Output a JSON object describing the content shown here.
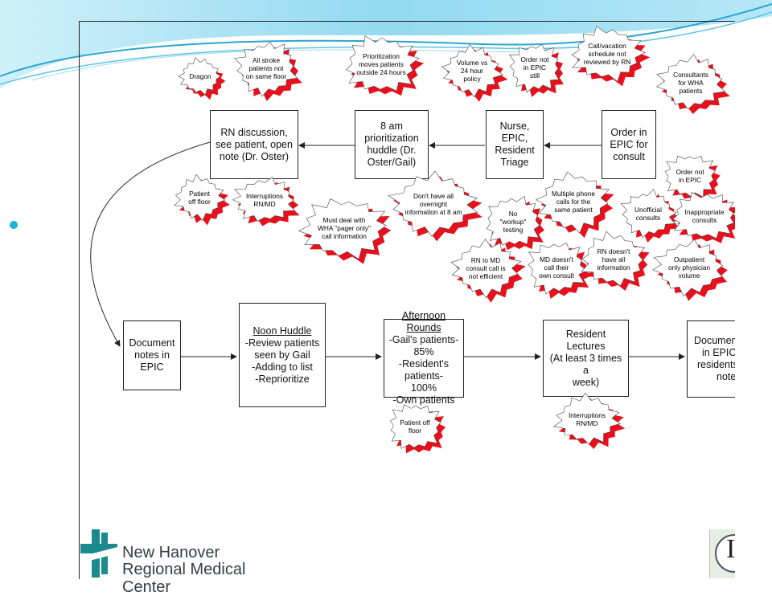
{
  "process_boxes": {
    "order_in_epic": [
      "Order in",
      "EPIC for",
      "consult"
    ],
    "nurse_triage": [
      "Nurse,",
      "EPIC,",
      "Resident",
      "Triage"
    ],
    "huddle_8am": [
      "8 am",
      "prioritization",
      "huddle (Dr.",
      "Oster/Gail)"
    ],
    "rn_discussion": [
      "RN discussion,",
      "see patient, open",
      "note (Dr. Oster)"
    ],
    "document_notes": [
      "Document",
      "notes in",
      "EPIC"
    ],
    "noon_huddle": {
      "title": "Noon Huddle",
      "lines": [
        "-Review patients",
        "seen by Gail",
        "-Adding to list",
        "-Reprioritize"
      ]
    },
    "afternoon_rounds": {
      "title": "Afternoon Rounds",
      "lines": [
        "-Gail's patients- 85%",
        "-Resident's patients-",
        "100%",
        "-Own patients"
      ]
    },
    "resident_lectures": [
      "Resident Lectures",
      "(At least 3 times a",
      "week)"
    ],
    "document_final": [
      "Documen",
      "in EPIC",
      "residents",
      "note"
    ]
  },
  "issues": {
    "dragon": [
      "Dragon"
    ],
    "stroke": [
      "All stroke",
      "patients not",
      "on same floor"
    ],
    "prioritization": [
      "Prioritization",
      "moves patients",
      "outside 24 hours"
    ],
    "volume": [
      "Volume vs",
      "24 hour",
      "policy"
    ],
    "order_not_epic_still": [
      "Order not",
      "in EPIC",
      "still"
    ],
    "call_vacation": [
      "Call/vacation",
      "schedule not",
      "reviewed by RN"
    ],
    "consultants_wha": [
      "Consultants",
      "for WHA",
      "patients"
    ],
    "order_not_epic": [
      "Order not",
      "in EPIC"
    ],
    "patient_off_floor": [
      "Patient",
      "off floor"
    ],
    "interruptions_1": [
      "Interruptions",
      "RN/MD"
    ],
    "wha_pager": [
      "Must deal with",
      "WHA \"pager only\"",
      "call information"
    ],
    "overnight_info": [
      "Don't have all",
      "overnight",
      "information at 8 am"
    ],
    "no_workup": [
      "No",
      "\"workup\"",
      "testing"
    ],
    "multiple_calls": [
      "Multiple phone",
      "calls for the",
      "same patient"
    ],
    "unofficial": [
      "Unofficial",
      "consults"
    ],
    "inappropriate": [
      "Inappropriate",
      "consults"
    ],
    "rn_md_call": [
      "RN to MD",
      "consult call is",
      "not efficient"
    ],
    "md_no_call": [
      "MD doesn't",
      "call their",
      "own consult"
    ],
    "rn_not_all_info": [
      "RN doesn't",
      "have all",
      "information"
    ],
    "outpatient": [
      "Outpatient",
      "only physician",
      "volume"
    ],
    "patient_off_floor_2": [
      "Patient off",
      "floor"
    ],
    "interruptions_2": [
      "Interruptions",
      "RN/MD"
    ]
  },
  "logo": {
    "line1": "New Hanover",
    "line2": "Regional Medical Center"
  },
  "badge": {
    "glyph": "I"
  },
  "colors": {
    "burst_red": "#e8101c",
    "accent_blue": "#19b3d9"
  }
}
